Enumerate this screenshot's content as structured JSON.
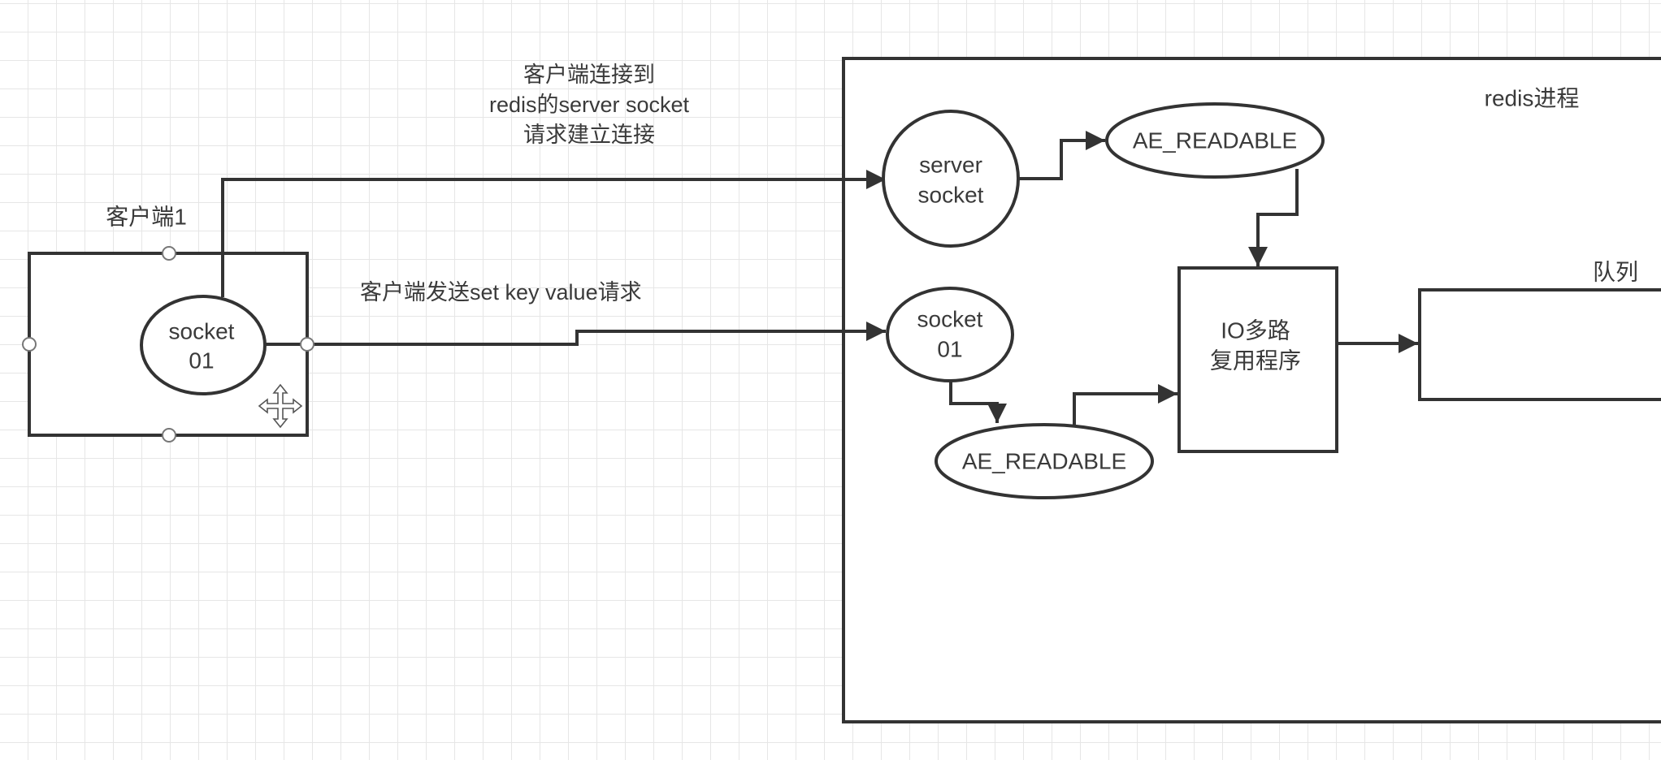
{
  "diagram": {
    "annotations": {
      "connect_request": [
        "客户端连接到",
        "redis的server socket",
        "请求建立连接"
      ],
      "send_request": "客户端发送set key value请求"
    },
    "client": {
      "label": "客户端1",
      "socket": [
        "socket",
        "01"
      ]
    },
    "redis": {
      "label": "redis进程",
      "server_socket": [
        "server",
        "socket"
      ],
      "ae_readable_top": "AE_READABLE",
      "socket": [
        "socket",
        "01"
      ],
      "ae_readable_bottom": "AE_READABLE",
      "io_multiplexer": [
        "IO多路",
        "复用程序"
      ],
      "queue_label": "队列"
    },
    "edges": [
      {
        "from": "client.socket",
        "to": "redis.server_socket",
        "label_ref": "annotations.connect_request"
      },
      {
        "from": "client.socket",
        "to": "redis.socket",
        "label_ref": "annotations.send_request"
      },
      {
        "from": "redis.server_socket",
        "to": "redis.ae_readable_top"
      },
      {
        "from": "redis.ae_readable_top",
        "to": "redis.io_multiplexer"
      },
      {
        "from": "redis.socket",
        "to": "redis.ae_readable_bottom"
      },
      {
        "from": "redis.ae_readable_bottom",
        "to": "redis.io_multiplexer"
      },
      {
        "from": "redis.io_multiplexer",
        "to": "redis.queue"
      }
    ],
    "selected_shape": "client"
  }
}
